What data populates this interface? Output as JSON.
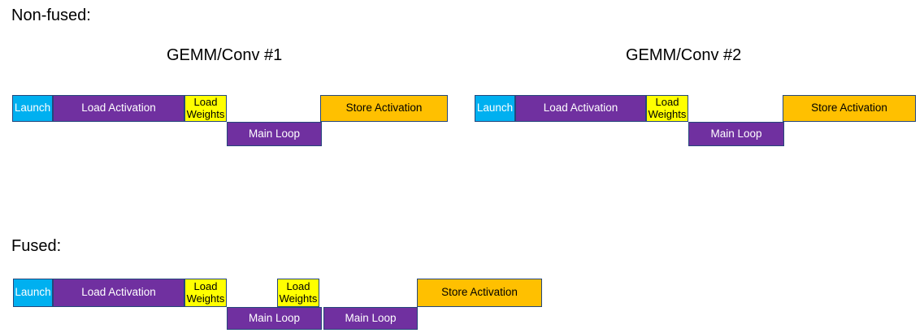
{
  "colors": {
    "launch_fill": "#00B0F0",
    "load_activation_fill": "#7030A0",
    "load_weights_fill": "#FFFF00",
    "main_loop_fill": "#7030A0",
    "store_activation_fill": "#FFC000",
    "block_border": "#25477B",
    "text_on_dark": "#FFFFFF",
    "text_on_light": "#000000",
    "background": "#FFFFFF"
  },
  "sections": {
    "non_fused": {
      "label": "Non-fused:",
      "groups": [
        {
          "title": "GEMM/Conv #1",
          "blocks": {
            "launch": "Launch",
            "load_activation": "Load Activation",
            "load_weights": "Load Weights",
            "main_loop": "Main Loop",
            "store_activation": "Store Activation"
          }
        },
        {
          "title": "GEMM/Conv #2",
          "blocks": {
            "launch": "Launch",
            "load_activation": "Load Activation",
            "load_weights": "Load Weights",
            "main_loop": "Main Loop",
            "store_activation": "Store Activation"
          }
        }
      ]
    },
    "fused": {
      "label": "Fused:",
      "blocks": {
        "launch": "Launch",
        "load_activation": "Load Activation",
        "load_weights_1": "Load Weights",
        "main_loop_1": "Main Loop",
        "load_weights_2": "Load Weights",
        "main_loop_2": "Main Loop",
        "store_activation": "Store Activation"
      }
    }
  }
}
